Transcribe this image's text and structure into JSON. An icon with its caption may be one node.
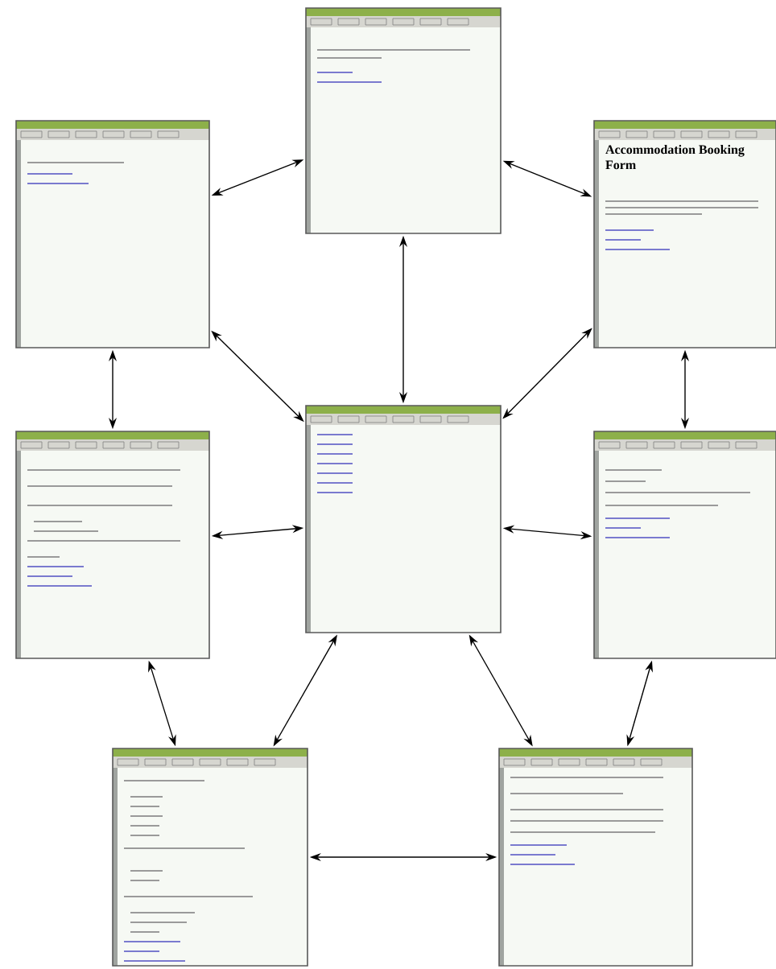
{
  "diagram": {
    "nodes": [
      {
        "text": [],
        "shape": "picture"
      },
      {
        "text": [],
        "shape": "picture"
      },
      {
        "text": [
          "Accommodation Booking Form"
        ]
      },
      {
        "text": [],
        "shape": "picture"
      },
      {
        "text": [],
        "shape": "picture"
      },
      {
        "text": [],
        "shape": "picture"
      },
      {
        "text": [],
        "shape": "picture"
      },
      {
        "text": [],
        "shape": "picture"
      }
    ],
    "edges": [
      {
        "from": 0,
        "to": 1,
        "arrow": "both"
      },
      {
        "from": 0,
        "to": 2,
        "arrow": "both"
      },
      {
        "from": 0,
        "to": 4,
        "arrow": "both"
      },
      {
        "from": 1,
        "to": 3,
        "arrow": "both"
      },
      {
        "from": 2,
        "to": 5,
        "arrow": "both"
      },
      {
        "from": 1,
        "to": 4,
        "arrow": "both"
      },
      {
        "from": 2,
        "to": 4,
        "arrow": "both"
      },
      {
        "from": 3,
        "to": 4,
        "arrow": "both"
      },
      {
        "from": 5,
        "to": 4,
        "arrow": "both"
      },
      {
        "from": 6,
        "to": 3,
        "arrow": "both"
      },
      {
        "from": 6,
        "to": 4,
        "arrow": "both"
      },
      {
        "from": 7,
        "to": 4,
        "arrow": "both"
      },
      {
        "from": 7,
        "to": 5,
        "arrow": "both"
      },
      {
        "from": 6,
        "to": 7,
        "arrow": "both"
      }
    ]
  }
}
